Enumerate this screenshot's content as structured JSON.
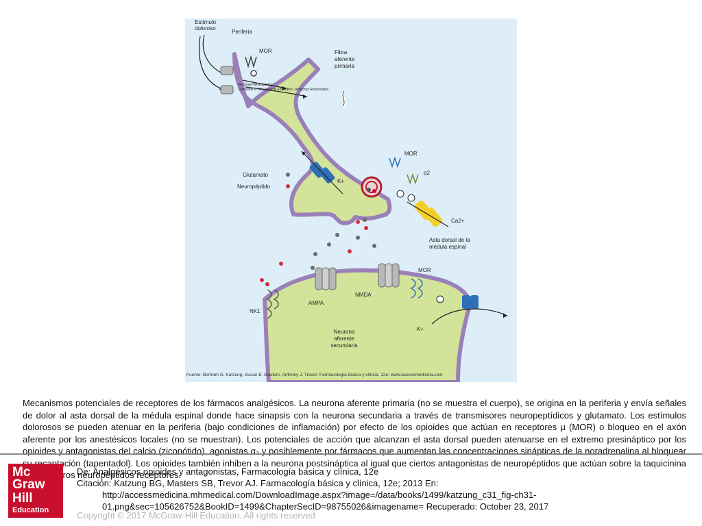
{
  "figure": {
    "labels": {
      "stimulus": [
        "Estímulo",
        "doloroso"
      ],
      "periphery": "Periferia",
      "mor_top": "MOR",
      "fiber": [
        "Fibra",
        "aferente",
        "primaria"
      ],
      "mor_mid": "MOR",
      "alpha2": "α2",
      "glutamate": "Glutamato",
      "neuropeptide": "Neuropéptido",
      "k_plus_mid": "K+",
      "ca_2plus": "Ca2+",
      "dorsal_horn": [
        "Asta dorsal de la",
        "médula espinal"
      ],
      "ampa": "AMPA",
      "nmda": "NMDA",
      "nk1": "NK1",
      "mor_bottom": "MOR",
      "k_plus_bottom": "K+",
      "secondary": [
        "Neurona",
        "aferente",
        "secundaria"
      ],
      "copyright_small": [
        "McGraw-Hill Education",
        "Derechos © McGraw-Hill Education. Derechos Reservados."
      ]
    },
    "source": "Fuente: Bertram G. Katzung, Susan B. Masters, Anthony J. Trevor: Farmacología básica y clínica, 12e: www.accessmedicina.com"
  },
  "caption": " Mecanismos potenciales de receptores de los fármacos analgésicos. La neurona aferente primaria (no se muestra el cuerpo), se origina en la periferia y envía señales de dolor al asta dorsal de la médula espinal donde hace sinapsis con la neurona secundaria a través de transmisores neuropeptídicos y glutamato. Los estímulos dolorosos se pueden atenuar en la periferia (bajo condiciones de inflamación) por efecto de los opioides que actúan en receptores μ (MOR) o bloqueo en el axón aferente por los anestésicos locales (no se muestran). Los potenciales de acción que alcanzan el asta dorsal pueden atenuarse en el extremo presináptico por los opioides y antagonistas del calcio (ziconótido), agonistas α₂ y posiblemente por fármacos que aumentan las concentraciones sinápticas de la noradrenalina al bloquear su recaptación (tapentadol). Los opioides también inhiben a la neurona postsináptica al igual que ciertos antagonistas de neuropéptidos que actúan sobre la taquicinina (NK1) y otros neuropéptidos receptores.",
  "reference": {
    "from": "De: Analgésicos opioides y antagonistas, Farmacología básica y clínica, 12e",
    "citation": "Citación: Katzung BG, Masters SB, Trevor AJ. Farmacología básica y clínica, 12e; 2013 En:",
    "url_line1": "http://accessmedicina.mhmedical.com/DownloadImage.aspx?image=/data/books/1499/katzung_c31_fig-ch31-",
    "url_line2": "01.png&sec=105626752&BookID=1499&ChapterSecID=98755026&imagename= Recuperado: October 23, 2017"
  },
  "copyright": "Copyright © 2017 McGraw-Hill Education. All rights reserved",
  "logo": [
    "Mc",
    "Graw",
    "Hill",
    "Education"
  ],
  "colors": {
    "brand": "#c8102e",
    "membrane": "#9a80b8",
    "cytoplasm": "#d3e39a",
    "background": "#deeef9"
  }
}
